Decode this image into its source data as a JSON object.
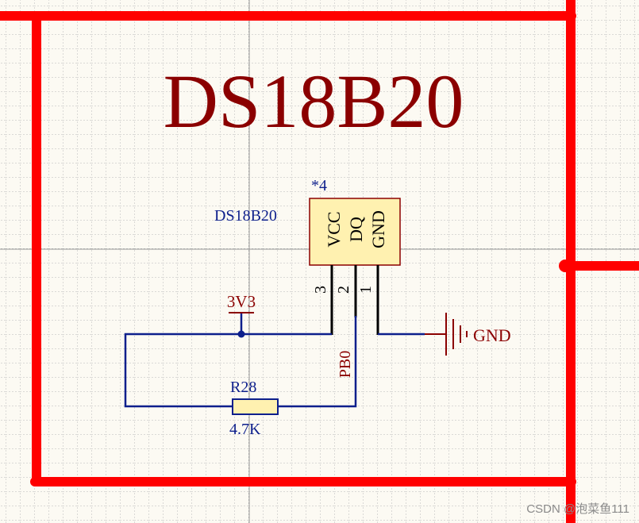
{
  "schematic": {
    "title": "DS18B20",
    "component": {
      "refdes": "*4",
      "part_name": "DS18B20",
      "pins": [
        {
          "number": "3",
          "name": "VCC"
        },
        {
          "number": "2",
          "name": "DQ"
        },
        {
          "number": "1",
          "name": "GND"
        }
      ]
    },
    "power_port": "3V3",
    "ground_port": "GND",
    "net_label": "PB0",
    "resistor": {
      "refdes": "R28",
      "value": "4.7K"
    }
  },
  "watermark": "CSDN @泡菜鱼111",
  "colors": {
    "background": "#fcfaf3",
    "grid": "#b8b8b8",
    "frame": "#ff0000",
    "title": "#8b0000",
    "wire": "#0d1f8c",
    "pin": "#000000",
    "body_fill": "#fff1b0",
    "body_stroke": "#8b0000",
    "junction": "#0d1f8c"
  }
}
